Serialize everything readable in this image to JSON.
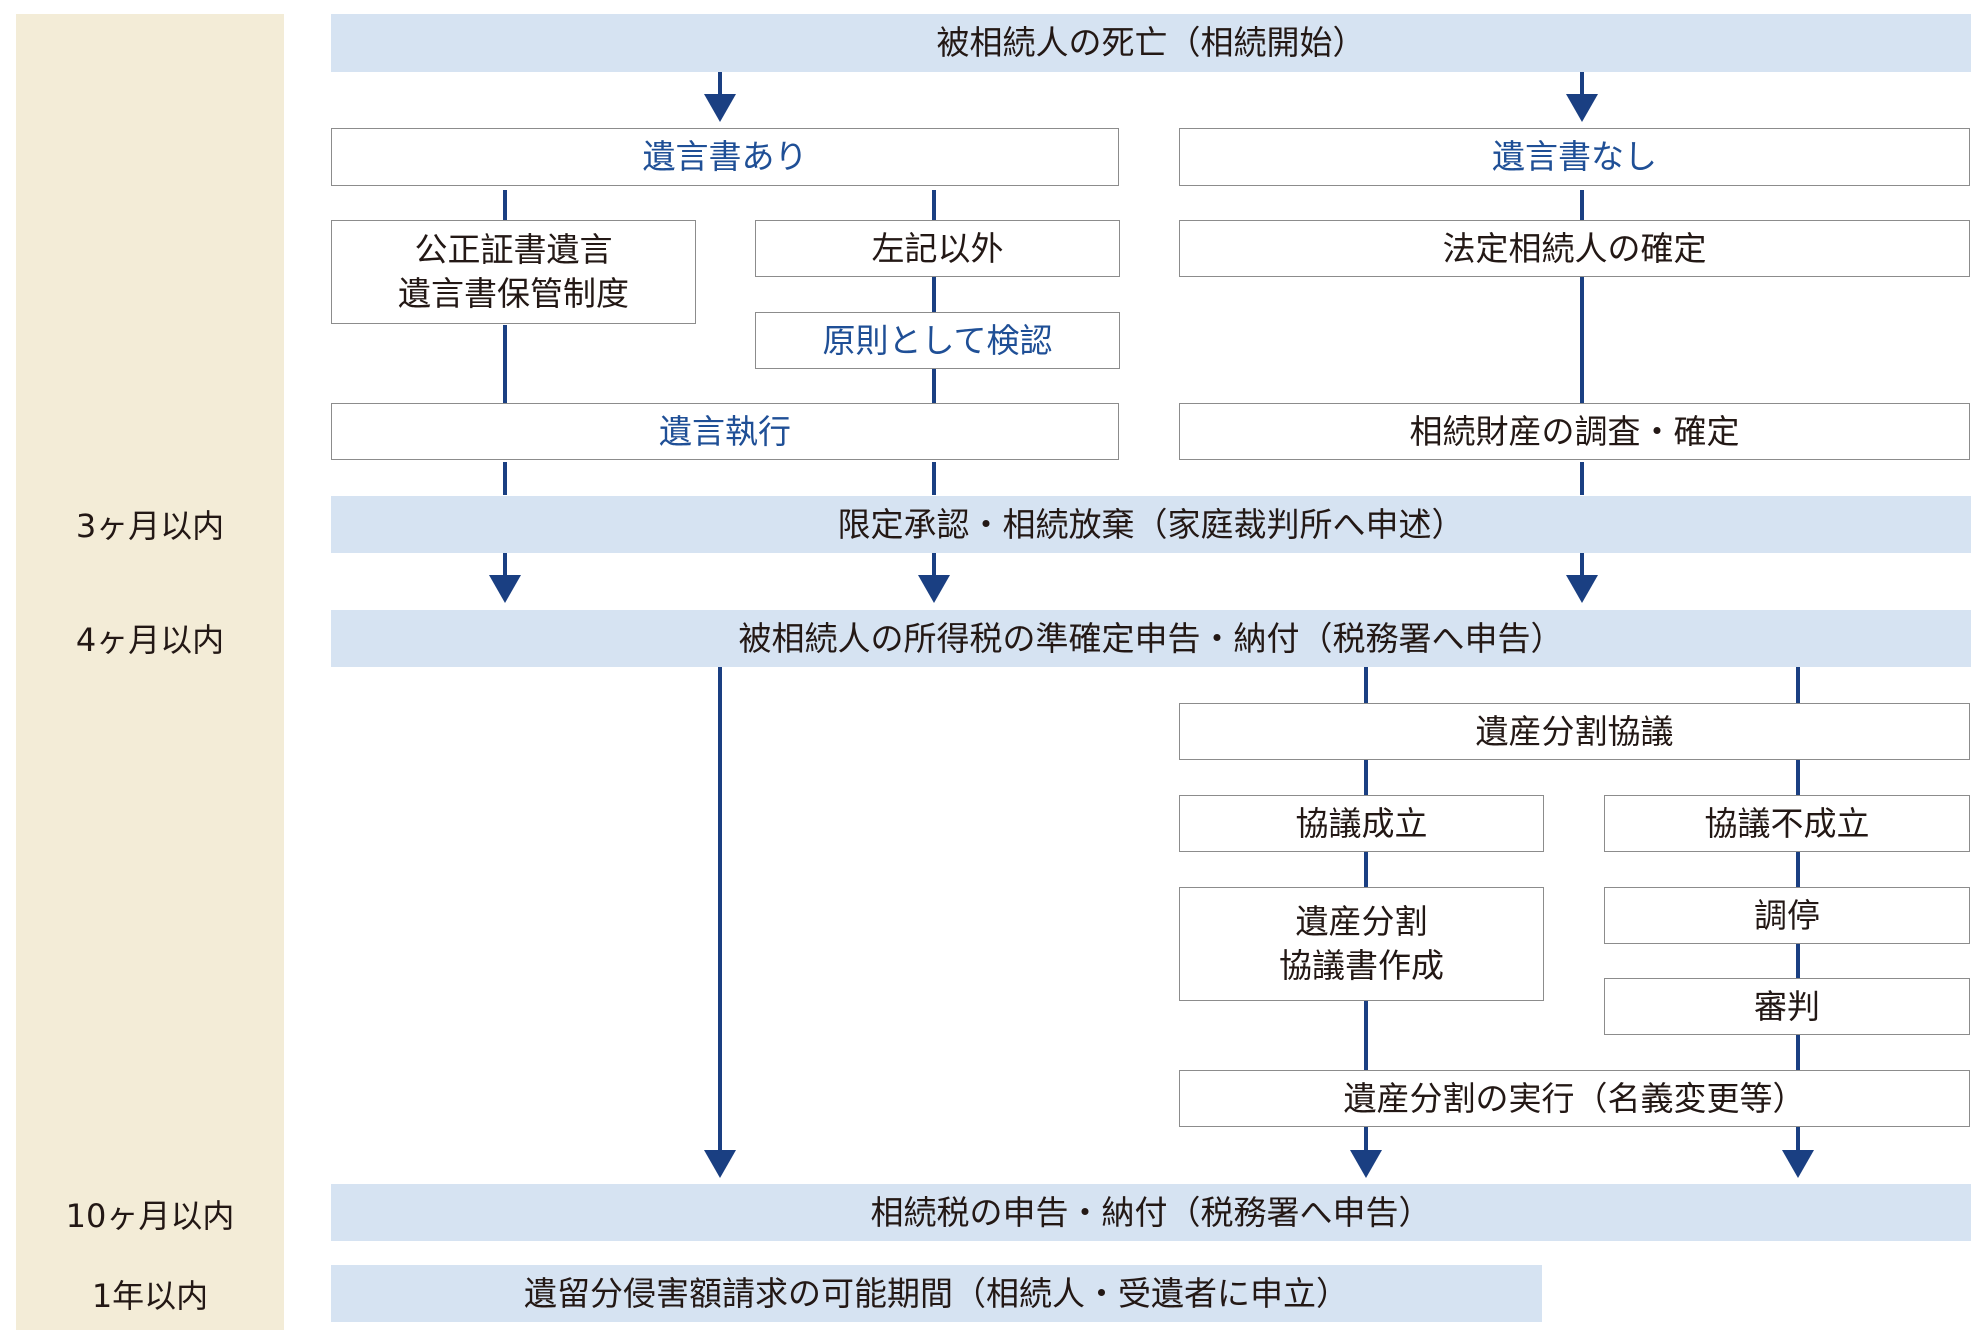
{
  "timeline": {
    "months_3": "3ヶ月以内",
    "months_4": "4ヶ月以内",
    "months_10": "10ヶ月以内",
    "year_1": "1年以内"
  },
  "steps": {
    "death": "被相続人の死亡（相続開始）",
    "will_exists": "遺言書あり",
    "no_will": "遺言書なし",
    "notarized_will": "公正証書遺言\n遺言書保管制度",
    "other_wills": "左記以外",
    "probate_principle": "原則として検認",
    "heirs_confirmation": "法定相続人の確定",
    "will_execution": "遺言執行",
    "estate_survey": "相続財産の調査・確定",
    "limited_approval": "限定承認・相続放棄（家庭裁判所へ申述）",
    "income_tax": "被相続人の所得税の準確定申告・納付（税務署へ申告）",
    "division_discussion": "遺産分割協議",
    "agreement_reached": "協議成立",
    "agreement_failed": "協議不成立",
    "division_document": "遺産分割\n協議書作成",
    "mediation": "調停",
    "adjudication": "審判",
    "division_execution": "遺産分割の実行（名義変更等）",
    "inheritance_tax": "相続税の申告・納付（税務署へ申告）",
    "forced_share_claim": "遺留分侵害額請求の可能期間（相続人・受遺者に申立）"
  },
  "colors": {
    "band_fill": "#d6e3f2",
    "timeline_fill": "#f3ecd7",
    "connector": "#1a3f82",
    "emphasis_text": "#1f4f96"
  }
}
